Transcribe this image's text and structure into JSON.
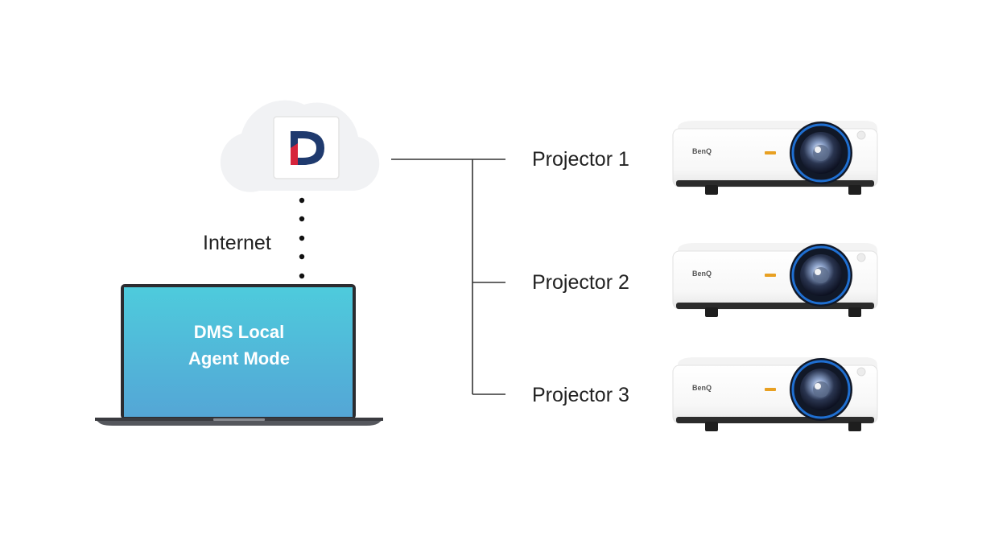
{
  "cloud": {
    "logo_icon": "dms-d-logo-icon"
  },
  "link": {
    "label": "Internet"
  },
  "laptop": {
    "screen_line1": "DMS Local",
    "screen_line2": "Agent Mode"
  },
  "projectors": [
    {
      "label": "Projector 1",
      "brand": "BenQ"
    },
    {
      "label": "Projector 2",
      "brand": "BenQ"
    },
    {
      "label": "Projector 3",
      "brand": "BenQ"
    }
  ],
  "colors": {
    "cloud": "#f1f2f4",
    "logo_navy": "#1f3a6e",
    "logo_red": "#d6243b",
    "screen_top": "#4ecbdc",
    "screen_bottom": "#54a6d6",
    "line": "#333333",
    "lens_ring": "#1f6fd1"
  }
}
